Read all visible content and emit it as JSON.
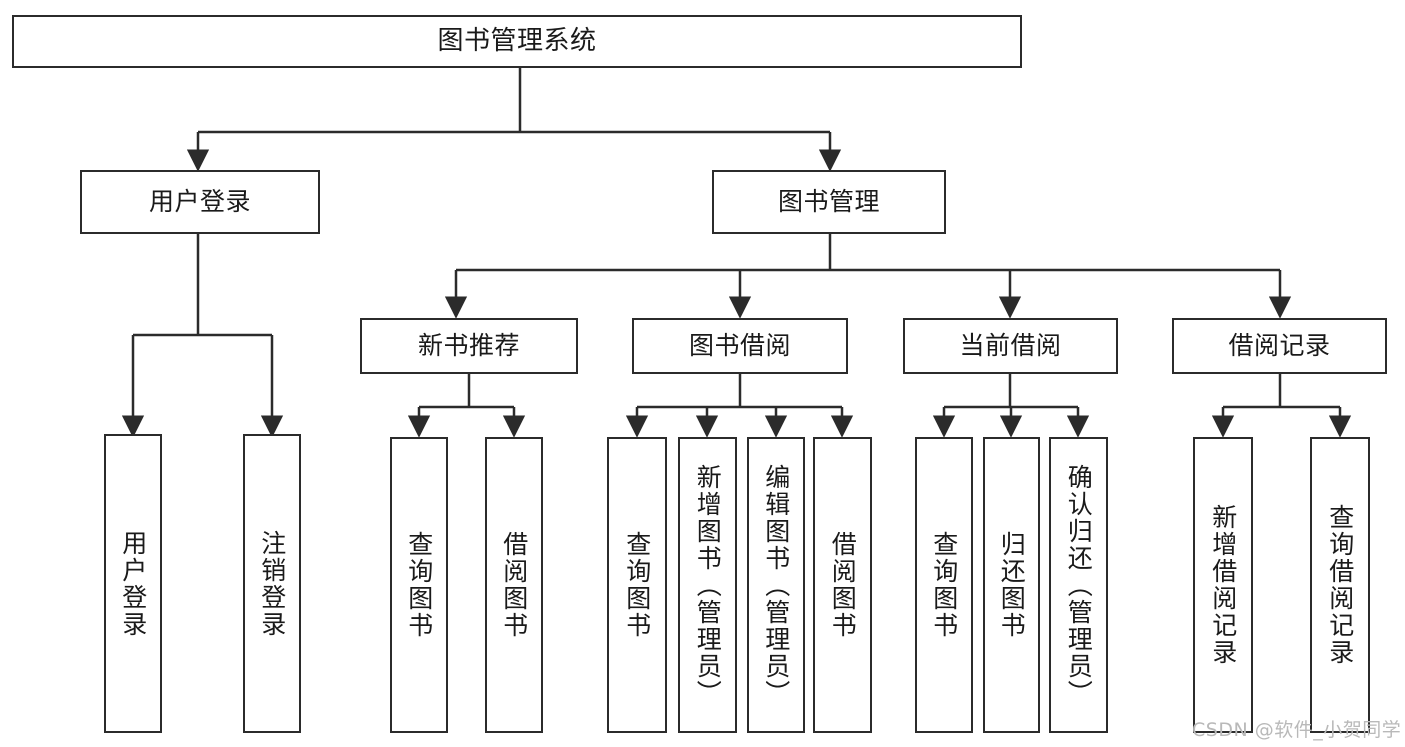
{
  "diagram": {
    "title": "图书管理系统",
    "type": "tree-hierarchy",
    "watermark": "CSDN @软件_小贺同学",
    "colors": {
      "stroke": "#2b2b2b",
      "fill": "#ffffff",
      "text": "#1a1a1a",
      "watermark": "#b9b9b9"
    },
    "nodes": {
      "root": {
        "label": "图书管理系统"
      },
      "level2": [
        {
          "id": "user-login",
          "label": "用户登录"
        },
        {
          "id": "book-manage",
          "label": "图书管理"
        }
      ],
      "level3": [
        {
          "id": "new-book-recommend",
          "label": "新书推荐"
        },
        {
          "id": "book-borrow",
          "label": "图书借阅"
        },
        {
          "id": "current-borrow",
          "label": "当前借阅"
        },
        {
          "id": "borrow-record",
          "label": "借阅记录"
        }
      ],
      "leaves": {
        "user-login": [
          {
            "id": "leaf-user-login",
            "label": "用户登录"
          },
          {
            "id": "leaf-logout",
            "label": "注销登录"
          }
        ],
        "new-book-recommend": [
          {
            "id": "leaf-query-book-1",
            "label": "查询图书"
          },
          {
            "id": "leaf-borrow-book-1",
            "label": "借阅图书"
          }
        ],
        "book-borrow": [
          {
            "id": "leaf-query-book-2",
            "label": "查询图书"
          },
          {
            "id": "leaf-add-book",
            "label": "新增图书（管理员）"
          },
          {
            "id": "leaf-edit-book",
            "label": "编辑图书（管理员）"
          },
          {
            "id": "leaf-borrow-book-2",
            "label": "借阅图书"
          }
        ],
        "current-borrow": [
          {
            "id": "leaf-query-book-3",
            "label": "查询图书"
          },
          {
            "id": "leaf-return-book",
            "label": "归还图书"
          },
          {
            "id": "leaf-confirm-return",
            "label": "确认归还（管理员）"
          }
        ],
        "borrow-record": [
          {
            "id": "leaf-add-record",
            "label": "新增借阅记录"
          },
          {
            "id": "leaf-query-record",
            "label": "查询借阅记录"
          }
        ]
      }
    }
  }
}
